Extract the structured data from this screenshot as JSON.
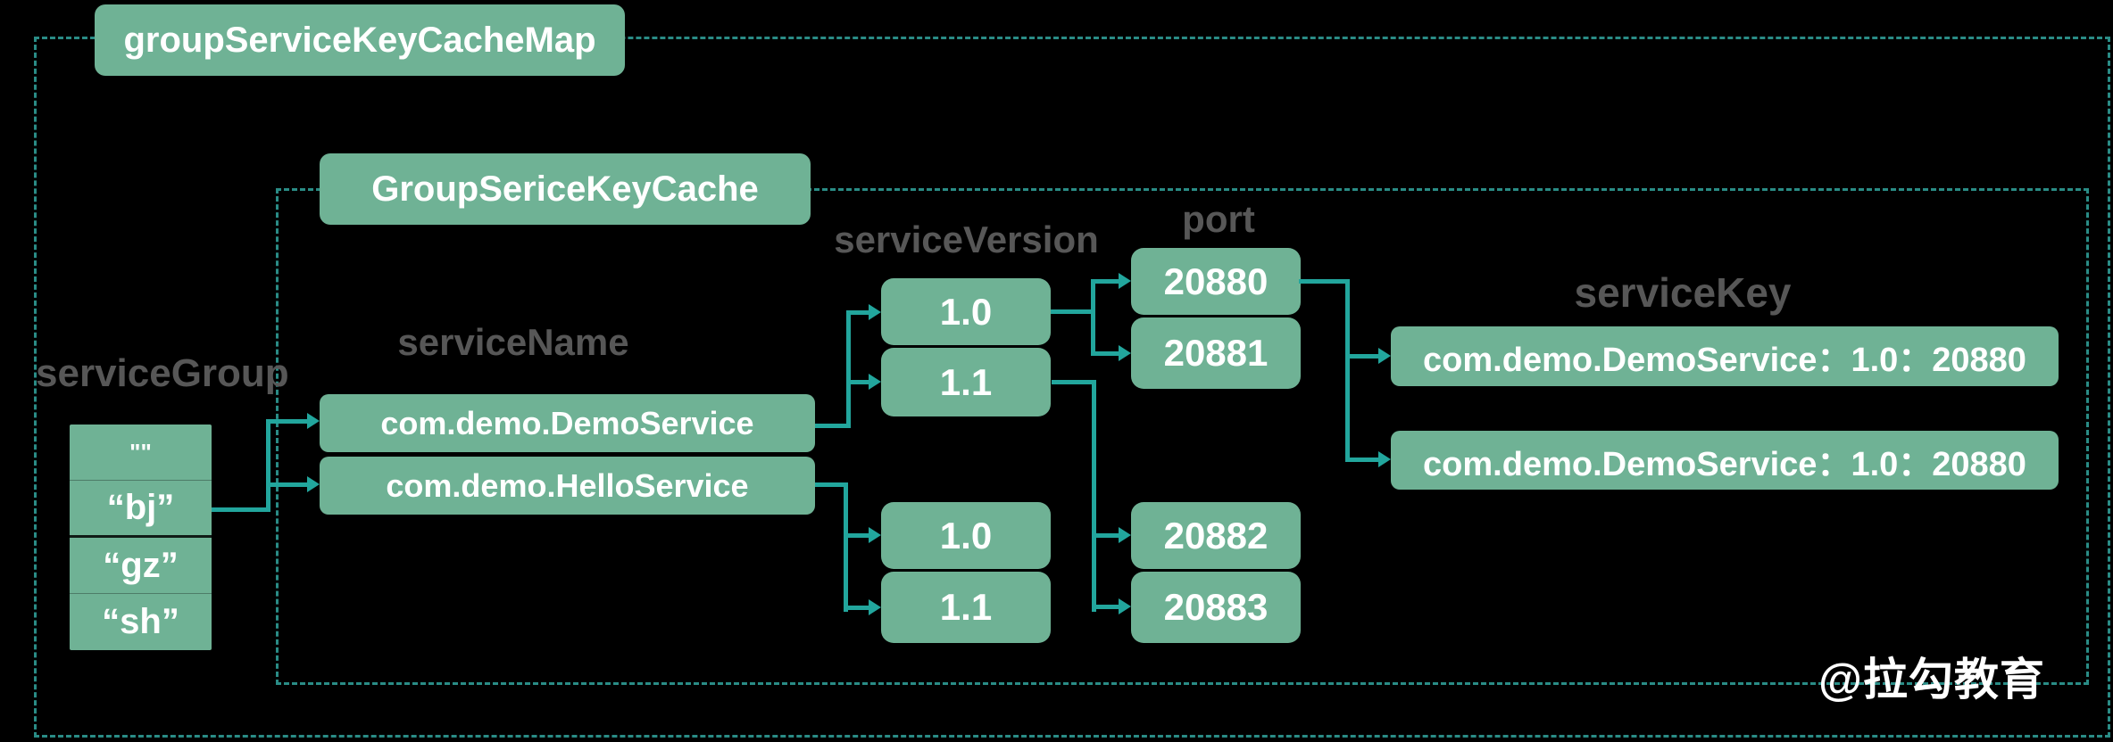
{
  "colors": {
    "background": "#000000",
    "node_green": "#6FB295",
    "arrow_teal": "#22A69D",
    "border_teal": "#2A8C86",
    "label_gray": "#575757",
    "text_white": "#FFFFFF"
  },
  "outer_map": {
    "title": "groupServiceKeyCacheMap"
  },
  "inner_cache": {
    "title": "GroupSericeKeyCache"
  },
  "columns": {
    "service_group_label": "serviceGroup",
    "service_name_label": "serviceName",
    "service_version_label": "serviceVersion",
    "port_label": "port",
    "service_key_label": "serviceKey"
  },
  "service_group": {
    "items": [
      "\"\"",
      "“bj”",
      "“gz”",
      "“sh”"
    ]
  },
  "service_names": [
    "com.demo.DemoService",
    "com.demo.HelloService"
  ],
  "service_versions": {
    "demo_service": [
      "1.0",
      "1.1"
    ],
    "hello_service": [
      "1.0",
      "1.1"
    ]
  },
  "ports": {
    "version_1_0": [
      "20880",
      "20881"
    ],
    "version_1_1": [
      "20882",
      "20883"
    ]
  },
  "service_keys": [
    "com.demo.DemoService：1.0：20880",
    "com.demo.DemoService：1.0：20880"
  ],
  "watermark": "@拉勾教育"
}
